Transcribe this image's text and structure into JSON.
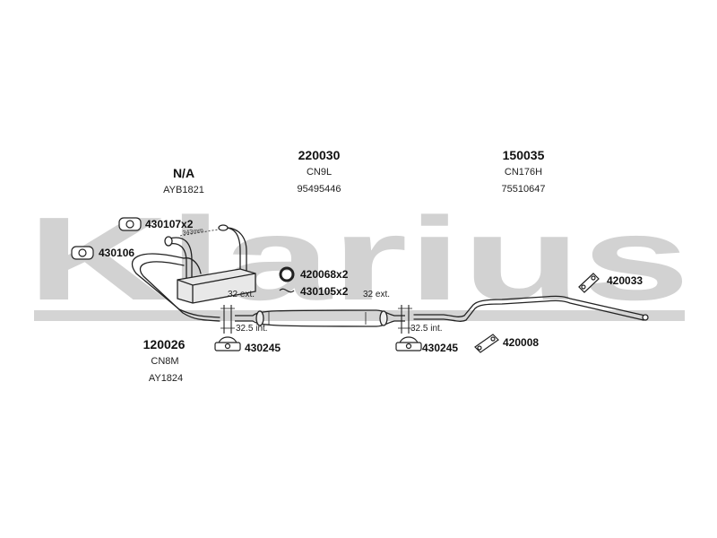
{
  "watermark": {
    "text": "Klarius",
    "color": "#d2d2d2"
  },
  "components": [
    {
      "id": "manifold",
      "part_no": "N/A",
      "codes": [
        "AYB1821"
      ]
    },
    {
      "id": "front_pipe",
      "part_no": "120026",
      "codes": [
        "CN8M",
        "AY1824"
      ]
    },
    {
      "id": "centre_silencer",
      "part_no": "220030",
      "codes": [
        "CN9L",
        "95495446"
      ]
    },
    {
      "id": "rear_section",
      "part_no": "150035",
      "codes": [
        "CN176H",
        "75510647"
      ]
    }
  ],
  "fittings": [
    {
      "id": "gasket_pair",
      "label": "430107x2"
    },
    {
      "id": "gasket_single",
      "label": "430106"
    },
    {
      "id": "ring",
      "label": "420068x2"
    },
    {
      "id": "spring",
      "label": "430105x2"
    },
    {
      "id": "clamp_front",
      "label": "430245"
    },
    {
      "id": "clamp_rear",
      "label": "430245"
    },
    {
      "id": "hanger_mid",
      "label": "420008"
    },
    {
      "id": "hanger_rear",
      "label": "420033"
    }
  ],
  "joint_notes": {
    "front_ext": "32 ext.",
    "front_int": "32.5 int.",
    "rear_ext": "32 ext.",
    "rear_int": "32.5 int.",
    "length": "343mm"
  }
}
